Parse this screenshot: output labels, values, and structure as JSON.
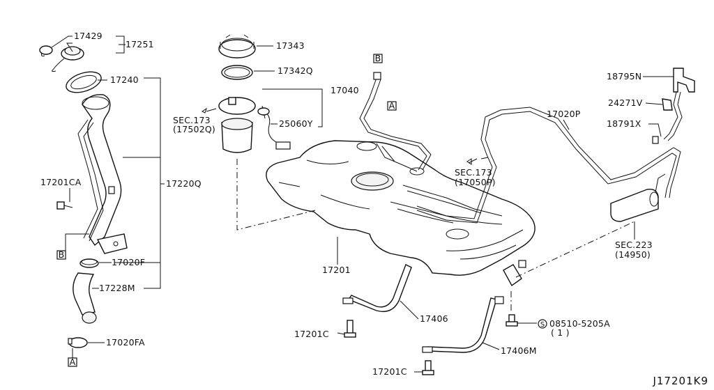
{
  "labels": {
    "p17429": "17429",
    "p17251": "17251",
    "p17240": "17240",
    "p17201CA": "17201CA",
    "p17220Q": "17220Q",
    "p17020F": "17020F",
    "p17228M": "17228M",
    "p17020FA": "17020FA",
    "p17343": "17343",
    "p17342Q": "17342Q",
    "p17040": "17040",
    "sec173a_1": "SEC.173",
    "sec173a_2": "(17502Q)",
    "p25060Y": "25060Y",
    "p17201": "17201",
    "p17406": "17406",
    "p17201C_1": "17201C",
    "p17406M": "17406M",
    "p17201C_2": "17201C",
    "p08510": "08510-5205A",
    "p08510_qty": "( 1 )",
    "screw_symbol": "S",
    "sec173b_1": "SEC.173",
    "sec173b_2": "(17050P)",
    "p17020P": "17020P",
    "p18795N": "18795N",
    "p24271V": "24271V",
    "p18791X": "18791X",
    "sec223_1": "SEC.223",
    "sec223_2": "(14950)",
    "ref_A": "A",
    "ref_B": "B",
    "diagram_code": "J17201K9"
  }
}
